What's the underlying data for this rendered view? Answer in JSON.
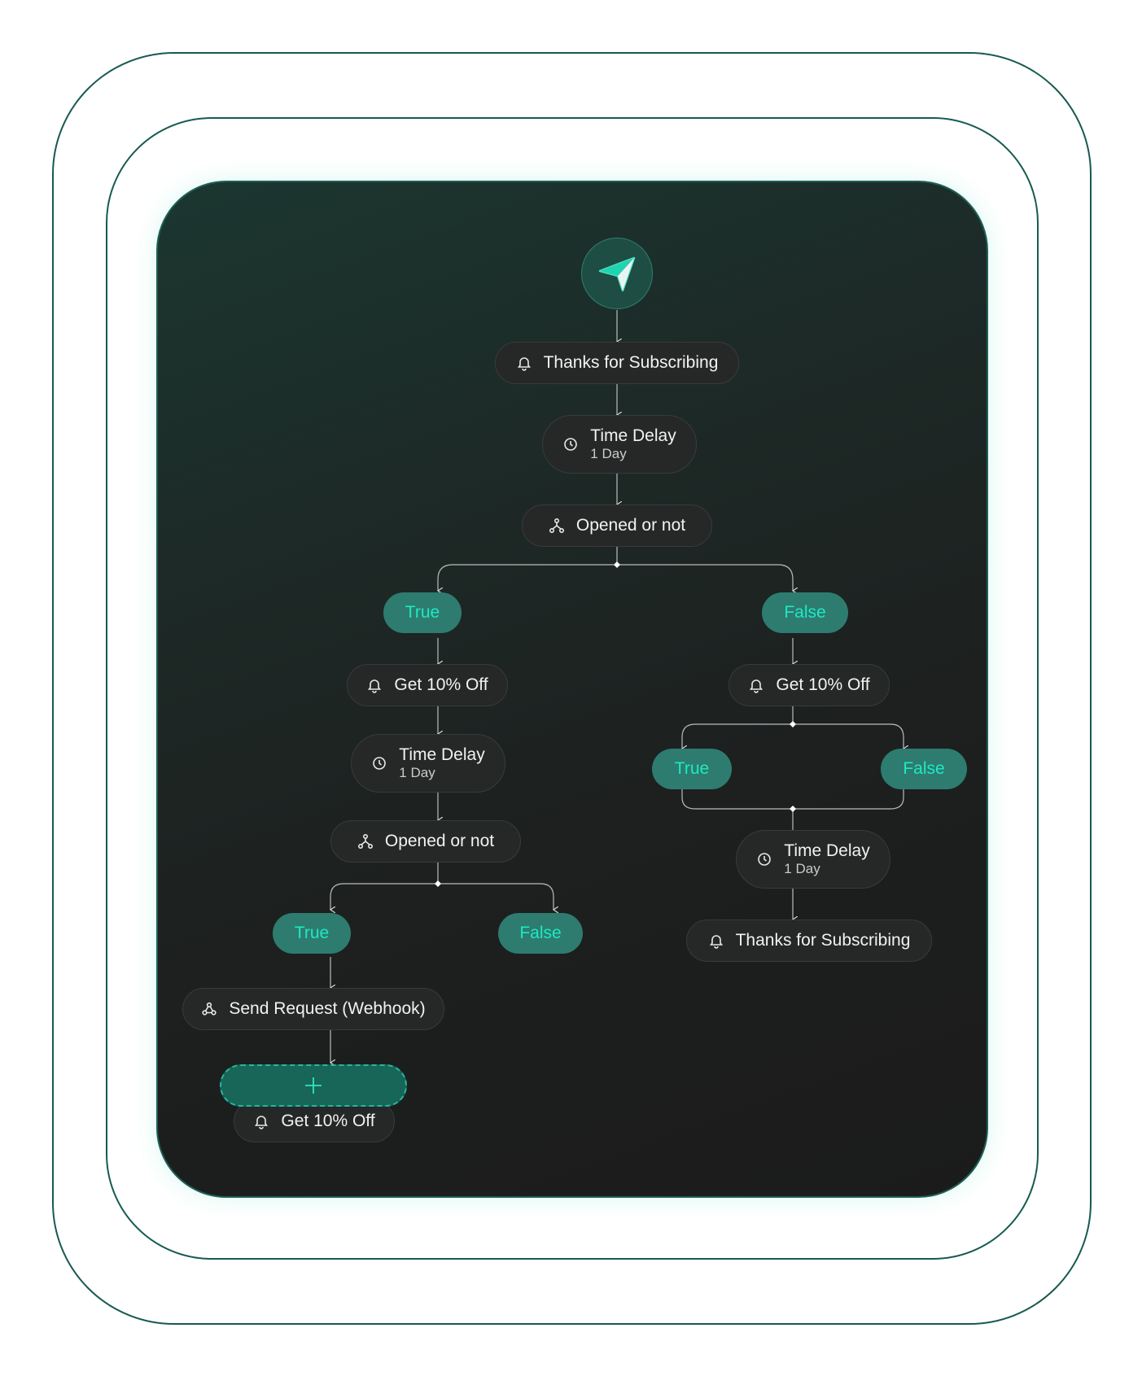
{
  "colors": {
    "accent": "#1fe8c4",
    "branch_fill": "#2d7c6f",
    "node_fill": "#262828",
    "frame": "#175a51"
  },
  "start": {
    "icon": "send-icon"
  },
  "nodes": {
    "n1": {
      "label": "Thanks for Subscribing",
      "icon": "bell-icon"
    },
    "n2": {
      "label": "Time Delay",
      "sub": "1 Day",
      "icon": "clock-icon"
    },
    "n3": {
      "label": "Opened or not",
      "icon": "branch-icon"
    },
    "n4": {
      "label": "Get 10% Off",
      "icon": "bell-icon"
    },
    "n5": {
      "label": "Time Delay",
      "sub": "1 Day",
      "icon": "clock-icon"
    },
    "n6": {
      "label": "Opened or not",
      "icon": "branch-icon"
    },
    "n7": {
      "label": "Send Request (Webhook)",
      "icon": "webhook-icon"
    },
    "n8": {
      "label": "Get 10% Off",
      "icon": "bell-icon"
    },
    "n9": {
      "label": "Get 10% Off",
      "icon": "bell-icon"
    },
    "n10": {
      "label": "Time Delay",
      "sub": "1 Day",
      "icon": "clock-icon"
    },
    "n11": {
      "label": "Thanks for Subscribing",
      "icon": "bell-icon"
    }
  },
  "branches": {
    "b1_true": "True",
    "b1_false": "False",
    "b2_true": "True",
    "b2_false": "False",
    "b3_true": "True",
    "b3_false": "False"
  },
  "add_step": {
    "icon": "plus-icon"
  }
}
